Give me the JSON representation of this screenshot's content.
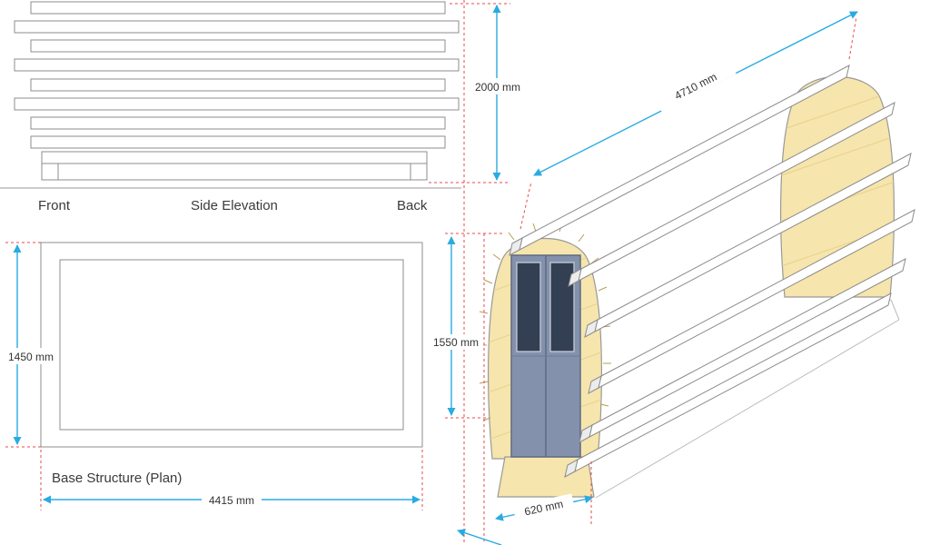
{
  "elevation": {
    "front_label": "Front",
    "title": "Side Elevation",
    "back_label": "Back",
    "height_dim": "2000 mm"
  },
  "plan": {
    "title": "Base Structure (Plan)",
    "width_dim": "1450 mm",
    "length_dim": "4415 mm"
  },
  "isometric": {
    "length_dim": "4710 mm",
    "front_height_dim": "1550 mm",
    "door_width_dim": "620 mm"
  },
  "colors": {
    "dimension_blue": "#29ABE2",
    "extension_red": "#E8484B",
    "wood_cream": "#F6E5AC",
    "door_slate": "#8391AC",
    "window_dark": "#333F52",
    "outline_gray": "#8C8C8C",
    "label_text": "#3A3A3A"
  }
}
